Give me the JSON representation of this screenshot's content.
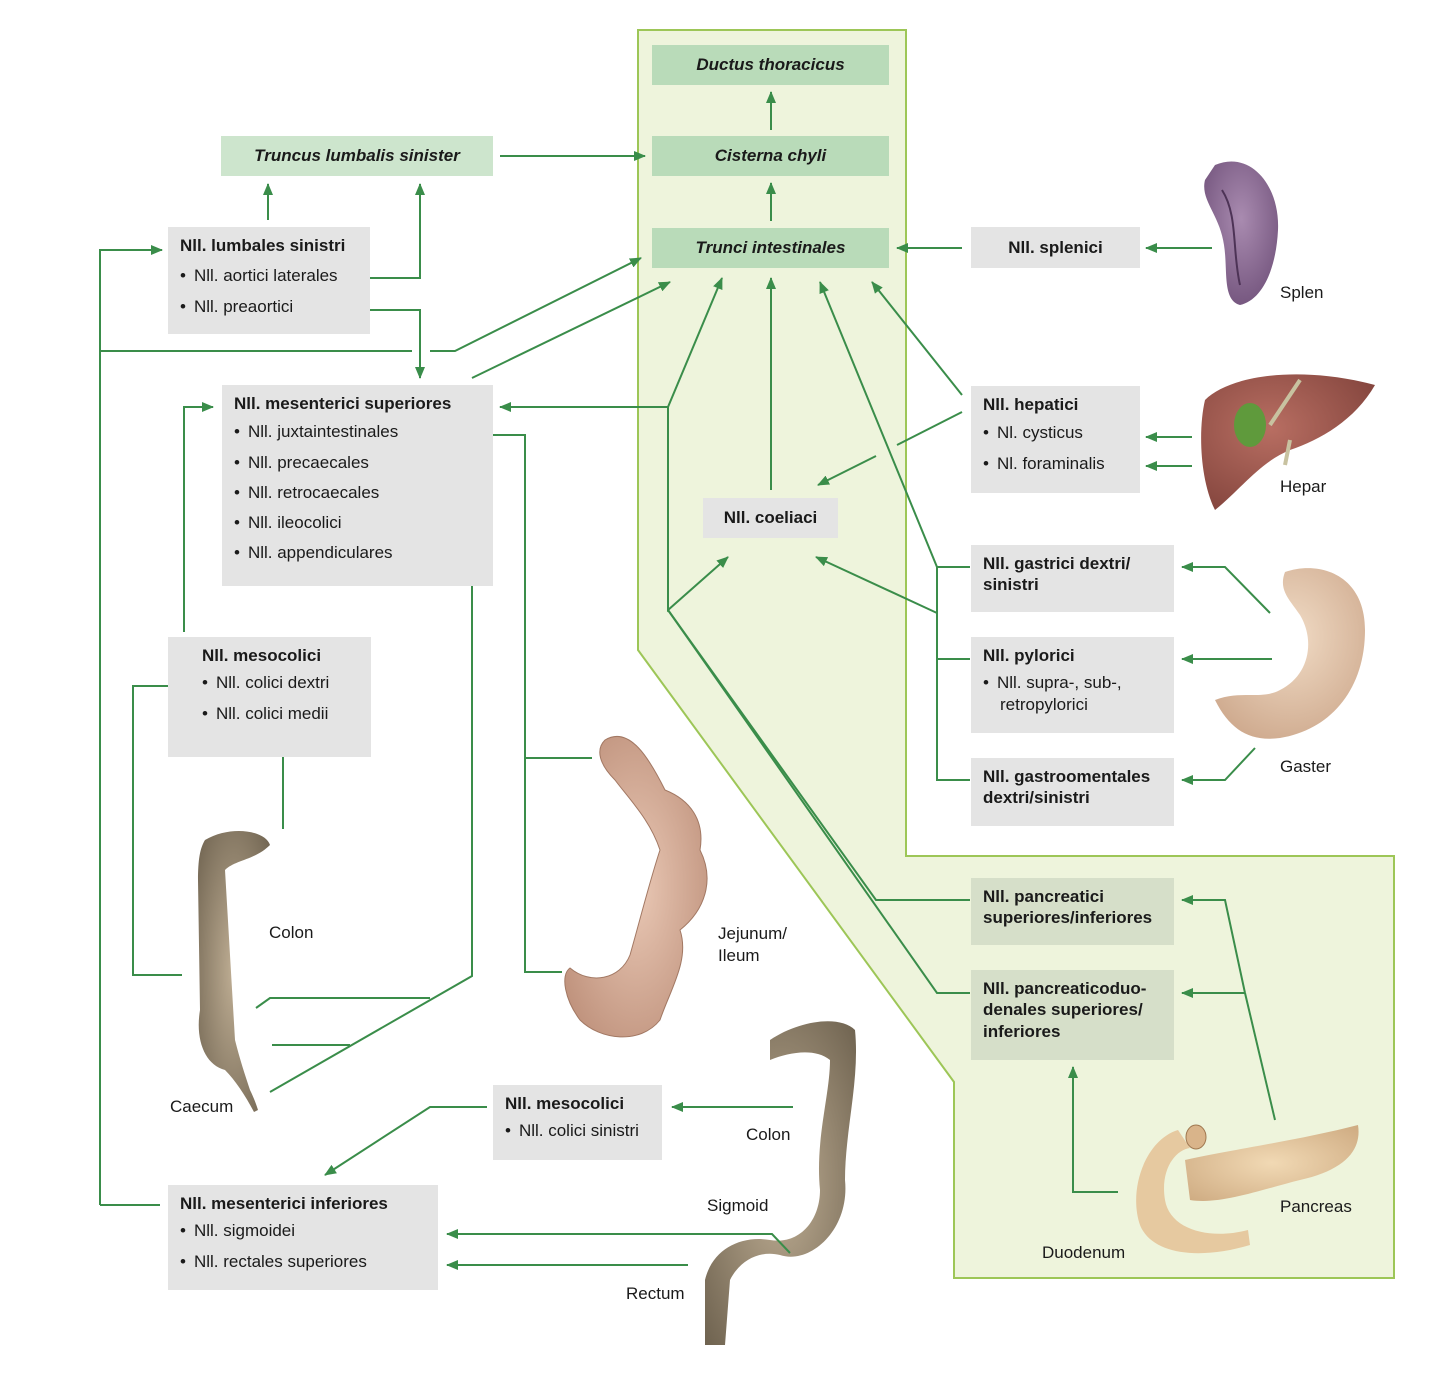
{
  "colors": {
    "arrow": "#3a8d4a",
    "zone_fill": "#eef4dc",
    "zone_stroke": "#9dc657",
    "trunk_box": "#b9dbb9",
    "node_box": "#e4e4e4"
  },
  "trunks": {
    "ductus_thoracicus": "Ductus thoracicus",
    "cisterna_chyli": "Cisterna chyli",
    "trunci_intestinales": "Trunci intestinales",
    "truncus_lumbalis_sinister": "Truncus lumbalis sinister"
  },
  "nodes": {
    "lumbales_sinistri": {
      "title": "Nll. lumbales sinistri",
      "items": [
        "Nll. aortici laterales",
        "Nll. preaortici"
      ]
    },
    "mesenterici_superiores": {
      "title": "Nll. mesenterici superiores",
      "items": [
        "Nll. juxtaintestinales",
        "Nll. precaecales",
        "Nll. retrocaecales",
        "Nll. ileocolici",
        "Nll. appendiculares"
      ]
    },
    "mesocolici_right": {
      "title": "Nll. mesocolici",
      "items": [
        "Nll. colici dextri",
        "Nll. colici medii"
      ]
    },
    "mesocolici_left": {
      "title": "Nll. mesocolici",
      "items": [
        "Nll. colici sinistri"
      ]
    },
    "mesenterici_inferiores": {
      "title": "Nll. mesenterici inferiores",
      "items": [
        "Nll. sigmoidei",
        "Nll. rectales superiores"
      ]
    },
    "coeliaci": {
      "title": "Nll. coeliaci"
    },
    "splenici": {
      "title": "Nll. splenici"
    },
    "hepatici": {
      "title": "Nll. hepatici",
      "items": [
        "Nl. cysticus",
        "Nl. foraminalis"
      ]
    },
    "gastrici": {
      "title_line1": "Nll. gastrici dextri/",
      "title_line2": "sinistri"
    },
    "pylorici": {
      "title": "Nll. pylorici",
      "items_line1": "Nll. supra-, sub-,",
      "items_line2": "retropylorici"
    },
    "gastroomentales": {
      "title_line1": "Nll. gastroomentales",
      "title_line2": "dextri/sinistri"
    },
    "pancreatici": {
      "title_line1": "Nll. pancreatici",
      "title_line2": "superiores/inferiores"
    },
    "pancreaticoduodenales": {
      "title_line1": "Nll. pancreaticoduo-",
      "title_line2": "denales superiores/",
      "title_line3": "inferiores"
    }
  },
  "organs": {
    "splen": "Splen",
    "hepar": "Hepar",
    "gaster": "Gaster",
    "pancreas": "Pancreas",
    "duodenum": "Duodenum",
    "jejunum_line1": "Jejunum/",
    "jejunum_line2": "Ileum",
    "colon_right": "Colon",
    "caecum": "Caecum",
    "colon_left": "Colon",
    "sigmoid": "Sigmoid",
    "rectum": "Rectum"
  }
}
